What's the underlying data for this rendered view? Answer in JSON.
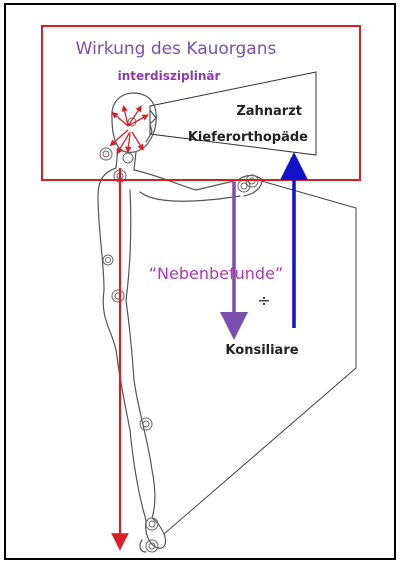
{
  "title": "Wirkung des Kauorgans",
  "subtitle": "interdisziplinär",
  "roles": {
    "dentist": "Zahnarzt",
    "orthodontist": "Kieferorthopäde",
    "findings": "“Nebenbefunde”",
    "consultants": "Konsiliare",
    "symbol": "÷"
  },
  "colors": {
    "title": "#7b4fae",
    "subtitle": "#8a3ca8",
    "red_box": "#d71f26",
    "red_arrow": "#d71f26",
    "purple_arrow": "#7b4fae",
    "blue_arrow": "#1212c8",
    "findings_text": "#a93bb1",
    "outline": "#555555"
  }
}
